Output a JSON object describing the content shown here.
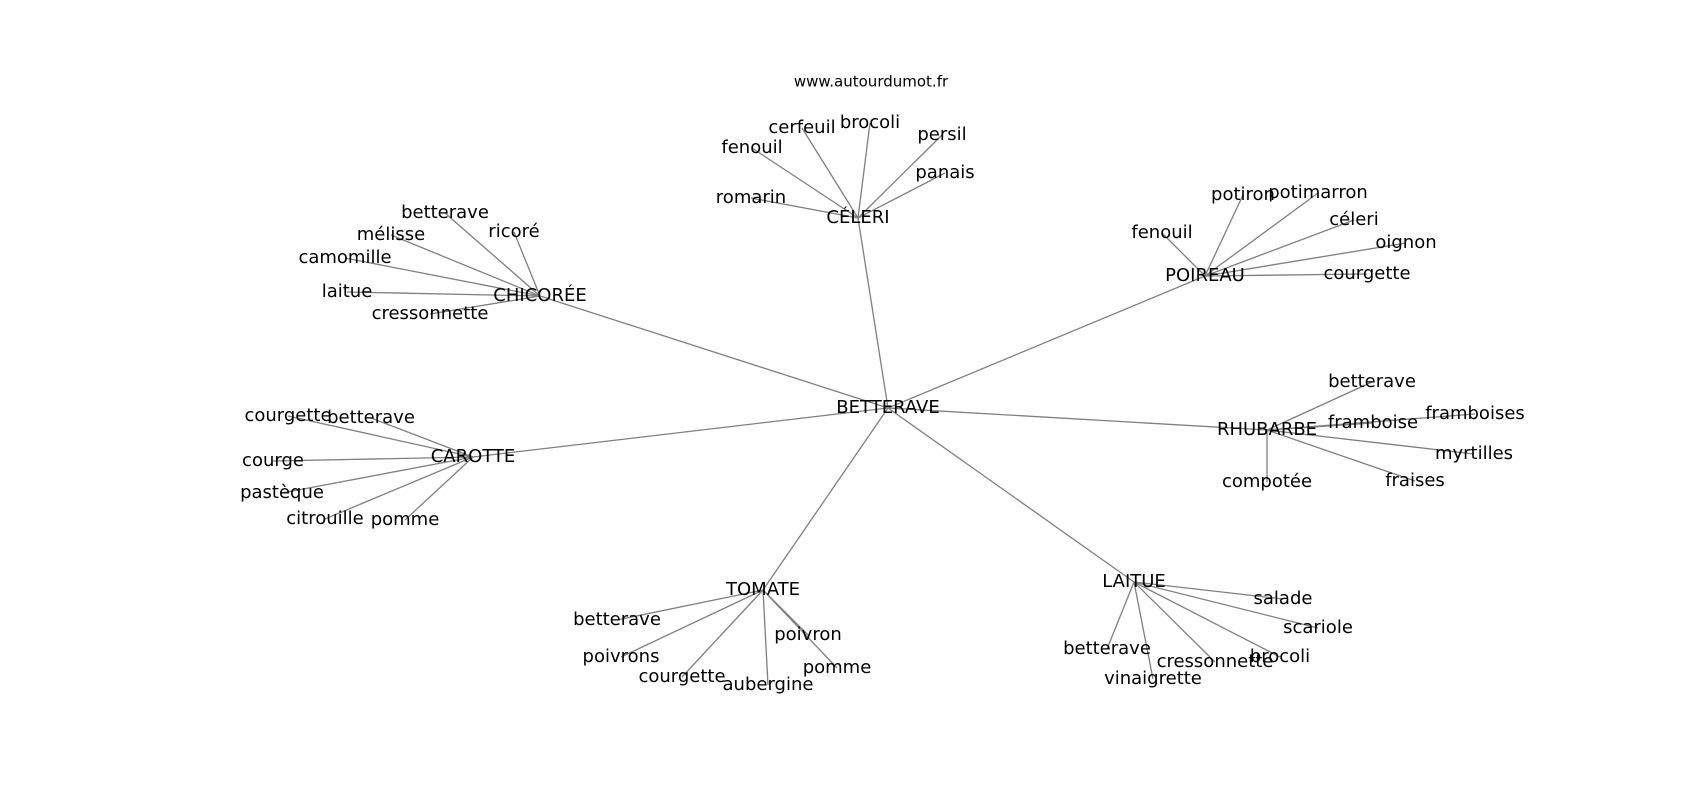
{
  "website": "www.autourdumot.fr",
  "center": "BETTERAVE",
  "clusters": [
    {
      "hub": "CÉLERI",
      "leaves": [
        "fenouil",
        "cerfeuil",
        "brocoli",
        "persil",
        "panais",
        "romarin"
      ]
    },
    {
      "hub": "CHICORÉE",
      "leaves": [
        "betterave",
        "mélisse",
        "ricoré",
        "camomille",
        "laitue",
        "cressonnette"
      ]
    },
    {
      "hub": "POIREAU",
      "leaves": [
        "potiron",
        "potimarron",
        "céleri",
        "fenouil",
        "oignon",
        "courgette"
      ]
    },
    {
      "hub": "CAROTTE",
      "leaves": [
        "courgette",
        "betterave",
        "courge",
        "pastèque",
        "citrouille",
        "pomme"
      ]
    },
    {
      "hub": "RHUBARBE",
      "leaves": [
        "betterave",
        "framboise",
        "framboises",
        "myrtilles",
        "fraises",
        "compotée"
      ]
    },
    {
      "hub": "TOMATE",
      "leaves": [
        "betterave",
        "poivrons",
        "courgette",
        "aubergine",
        "poivron",
        "pomme"
      ]
    },
    {
      "hub": "LAITUE",
      "leaves": [
        "salade",
        "scariole",
        "brocoli",
        "cressonnette",
        "vinaigrette",
        "betterave"
      ]
    }
  ]
}
